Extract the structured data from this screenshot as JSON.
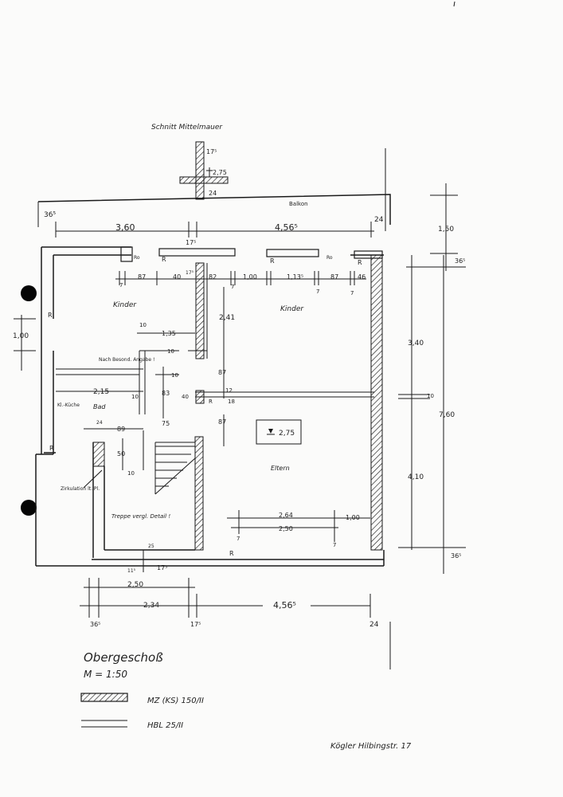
{
  "header": {
    "section_label": "Schnitt Mittelmauer"
  },
  "section_dims": [
    "17⁵",
    "2,75",
    "24"
  ],
  "top_labels": {
    "balkon": "Balkon",
    "left_wall": "36⁵",
    "right_wall": "24"
  },
  "top_dims": [
    "3,60",
    "17⁵",
    "4,56⁵"
  ],
  "right_top_dims": [
    "1,50",
    "36⁵"
  ],
  "window_dims": [
    "87",
    "40",
    "17⁵",
    "82",
    "1,00",
    "1,13⁵",
    "87",
    "46"
  ],
  "wall_marks": [
    "R",
    "R",
    "R",
    "R",
    "R",
    "R",
    "R"
  ],
  "small_tags": [
    "Ro",
    "Ro"
  ],
  "rooms": {
    "kinder_left": "Kinder",
    "kinder_right": "Kinder",
    "bad": "Bad",
    "kueche": "Kl.-Küche",
    "eltern": "Eltern"
  },
  "interior_dims": [
    "10",
    "1,35",
    "10",
    "2,41",
    "87",
    "10",
    "83",
    "2,15",
    "10",
    "40",
    "12",
    "18",
    "87",
    "75",
    "89",
    "24",
    "50",
    "10"
  ],
  "notes": {
    "nach_angabe": "Nach Besond. Angabe !",
    "treppe": "Treppe vergl. Detail !",
    "zirkulation": "Zirkulation lt. Pl."
  },
  "level_mark": "2,75",
  "eltern_dims": [
    "2,64",
    "1,00",
    "2,50",
    "7",
    "7"
  ],
  "left_dim": "1,00",
  "right_dims": [
    "3,40",
    "10",
    "7,60",
    "4,10",
    "36⁵"
  ],
  "bottom_dims": {
    "small": [
      "11⁵",
      "17⁵",
      "25"
    ],
    "row1": "2,50",
    "row2": [
      "2,34",
      "4,56⁵"
    ],
    "row3": [
      "36⁵",
      "17⁵",
      "24"
    ]
  },
  "title_block": {
    "title": "Obergeschoß",
    "scale": "M = 1:50"
  },
  "legend": [
    {
      "label": "MZ (KS) 150/II",
      "pattern": "hatched"
    },
    {
      "label": "HBL 25/II",
      "pattern": "double-line"
    }
  ],
  "footer_note": "Kögler Hilbingstr. 17",
  "colors": {
    "ink": "#1a1a1a",
    "paper": "#fbfbfa",
    "punch_hole": "#050505"
  }
}
